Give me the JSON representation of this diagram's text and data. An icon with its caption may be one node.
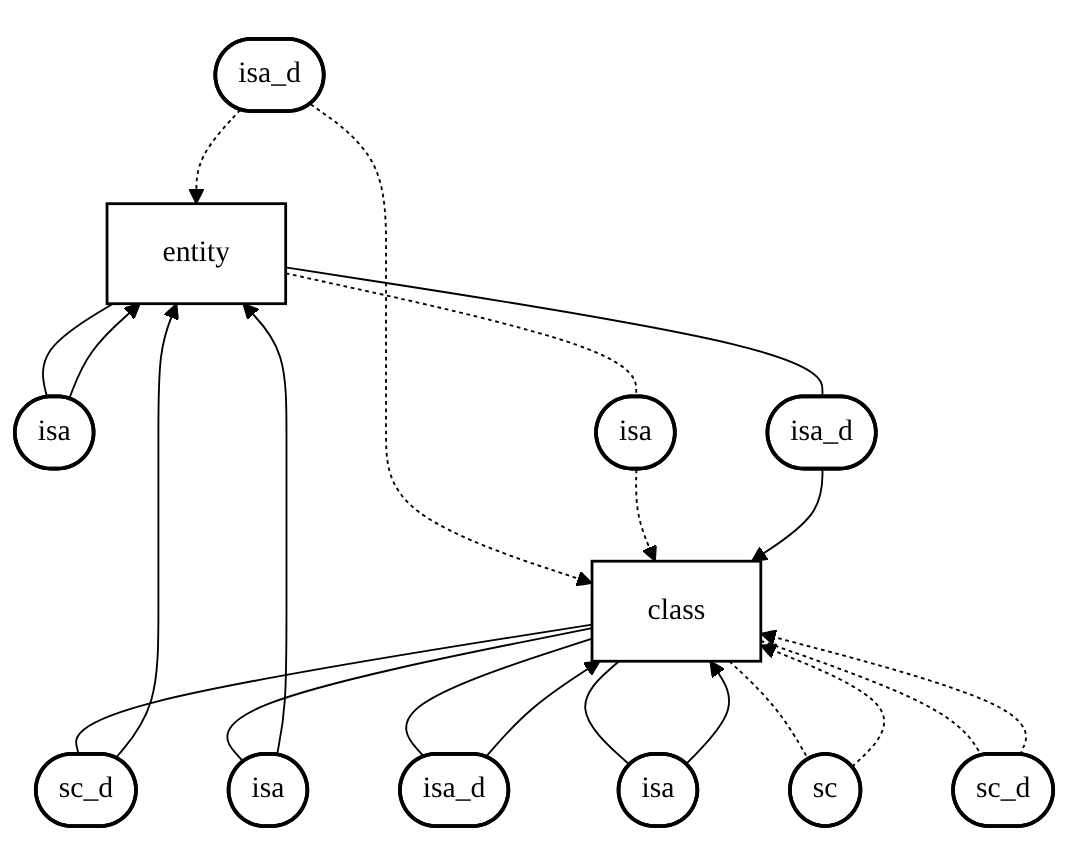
{
  "diagram": {
    "nodes": [
      {
        "text": [
          "entity"
        ]
      },
      {
        "text": [
          "class"
        ]
      },
      {
        "text": [
          "isa"
        ]
      },
      {
        "text": [
          "isa_d"
        ]
      },
      {
        "text": [
          "isa"
        ]
      },
      {
        "text": [
          "isa_d"
        ]
      },
      {
        "text": [
          "sc_d"
        ]
      },
      {
        "text": [
          "isa"
        ]
      },
      {
        "text": [
          "isa_d"
        ]
      },
      {
        "text": [
          "isa"
        ]
      },
      {
        "text": [
          "sc"
        ]
      },
      {
        "text": [
          "sc_d"
        ]
      }
    ],
    "edges": [
      {
        "from": 0,
        "to": 2,
        "arrow": "none"
      },
      {
        "from": 2,
        "to": 0,
        "arrow": "to"
      },
      {
        "from": 3,
        "to": 0,
        "arrow": "to",
        "style": "dashed"
      },
      {
        "from": 3,
        "to": 1,
        "arrow": "to",
        "style": "dashed"
      },
      {
        "from": 0,
        "to": 4,
        "arrow": "none",
        "style": "dashed"
      },
      {
        "from": 4,
        "to": 1,
        "arrow": "to",
        "style": "dashed"
      },
      {
        "from": 0,
        "to": 5,
        "arrow": "none"
      },
      {
        "from": 5,
        "to": 1,
        "arrow": "to"
      },
      {
        "from": 1,
        "to": 6,
        "arrow": "none"
      },
      {
        "from": 6,
        "to": 0,
        "arrow": "to"
      },
      {
        "from": 1,
        "to": 7,
        "arrow": "none"
      },
      {
        "from": 7,
        "to": 0,
        "arrow": "to"
      },
      {
        "from": 1,
        "to": 8,
        "arrow": "none"
      },
      {
        "from": 8,
        "to": 1,
        "arrow": "to"
      },
      {
        "from": 1,
        "to": 9,
        "arrow": "none"
      },
      {
        "from": 9,
        "to": 1,
        "arrow": "to"
      },
      {
        "from": 1,
        "to": 10,
        "arrow": "none",
        "style": "dashed"
      },
      {
        "from": 10,
        "to": 1,
        "arrow": "to",
        "style": "dashed"
      },
      {
        "from": 1,
        "to": 11,
        "arrow": "none",
        "style": "dashed"
      },
      {
        "from": 11,
        "to": 1,
        "arrow": "to",
        "style": "dashed"
      }
    ]
  }
}
